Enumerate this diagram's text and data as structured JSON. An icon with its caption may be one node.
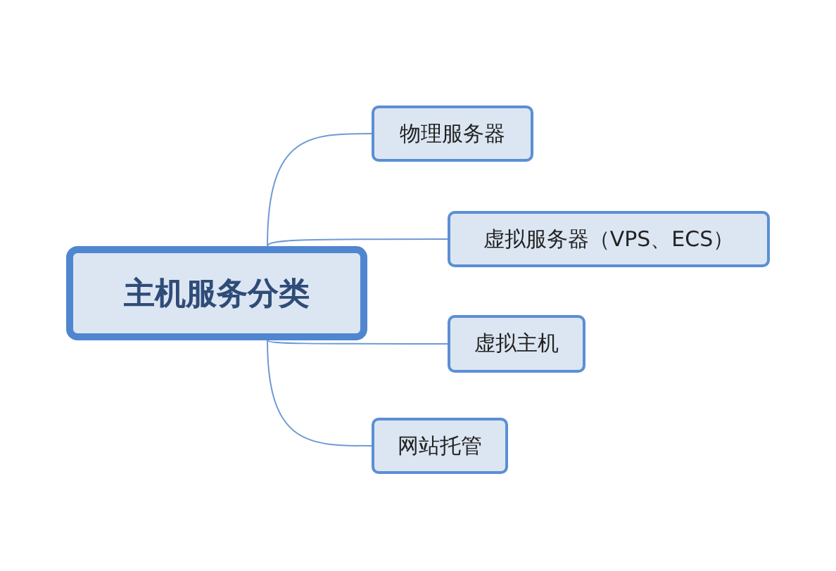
{
  "diagram": {
    "nodes": [
      {
        "text": [
          "主机服务分类"
        ]
      },
      {
        "text": [
          "物理服务器"
        ]
      },
      {
        "text": [
          "虚拟服务器（VPS、ECS）"
        ]
      },
      {
        "text": [
          "虚拟主机"
        ]
      },
      {
        "text": [
          "网站托管"
        ]
      }
    ],
    "edges": [
      {
        "from": 0,
        "to": 1,
        "arrow": "none"
      },
      {
        "from": 0,
        "to": 2,
        "arrow": "none"
      },
      {
        "from": 0,
        "to": 3,
        "arrow": "none"
      },
      {
        "from": 0,
        "to": 4,
        "arrow": "none"
      }
    ]
  }
}
